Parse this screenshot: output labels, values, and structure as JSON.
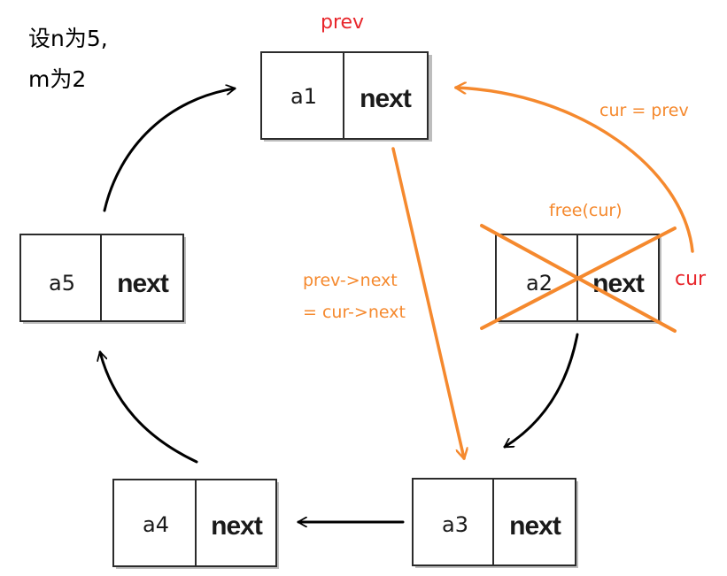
{
  "note": {
    "line1": "设n为5,",
    "line2": "m为2"
  },
  "colors": {
    "red": "#e8262b",
    "orange": "#f5892e",
    "black": "#000000"
  },
  "labels": {
    "prev": "prev",
    "cur": "cur",
    "cur_eq_prev": "cur = prev",
    "free_cur": "free(cur)",
    "prev_next_line1": "prev->next",
    "prev_next_line2": "= cur->next"
  },
  "nodes": [
    {
      "id": "a1",
      "value": "a1",
      "pointer": "next"
    },
    {
      "id": "a2",
      "value": "a2",
      "pointer": "next",
      "freed": true
    },
    {
      "id": "a3",
      "value": "a3",
      "pointer": "next"
    },
    {
      "id": "a4",
      "value": "a4",
      "pointer": "next"
    },
    {
      "id": "a5",
      "value": "a5",
      "pointer": "next"
    }
  ]
}
